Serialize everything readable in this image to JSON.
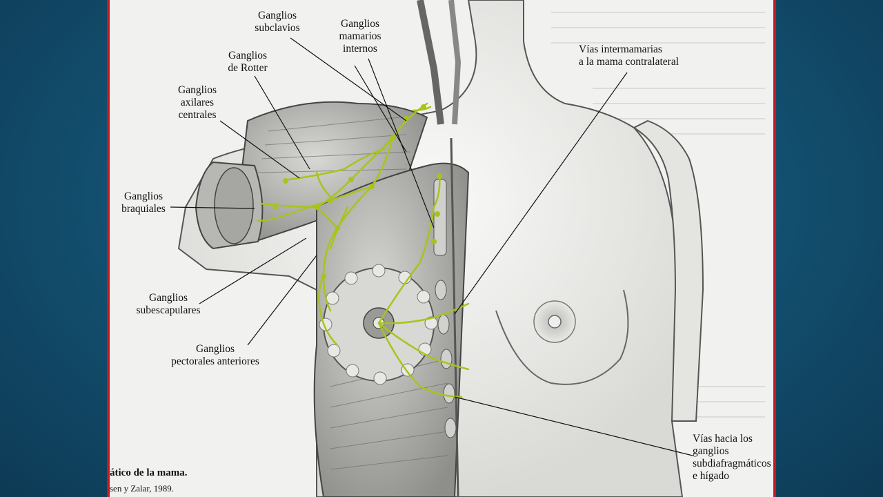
{
  "labels": {
    "subclavios": "Ganglios\nsubclavios",
    "mamarios": "Ganglios\nmamarios\ninternos",
    "rotter": "Ganglios\nde Rotter",
    "axilares": "Ganglios\naxilares\ncentrales",
    "braquiales": "Ganglios\nbraquiales",
    "subescapulares": "Ganglios\nsubescapulares",
    "pectorales": "Ganglios\npectorales anteriores",
    "intermamarias": "Vías intermamarias\na la mama contralateral",
    "subdiafragmaticos": "Vías hacia los\nganglios\nsubdiafragmáticos\ne hígado"
  },
  "caption": {
    "line1": "ático de la mama.",
    "line2": "sen y Zalar, 1989."
  },
  "colors": {
    "lymph": "#a6c51a",
    "frame": "#c8171f",
    "paper": "#f1f1ef"
  }
}
